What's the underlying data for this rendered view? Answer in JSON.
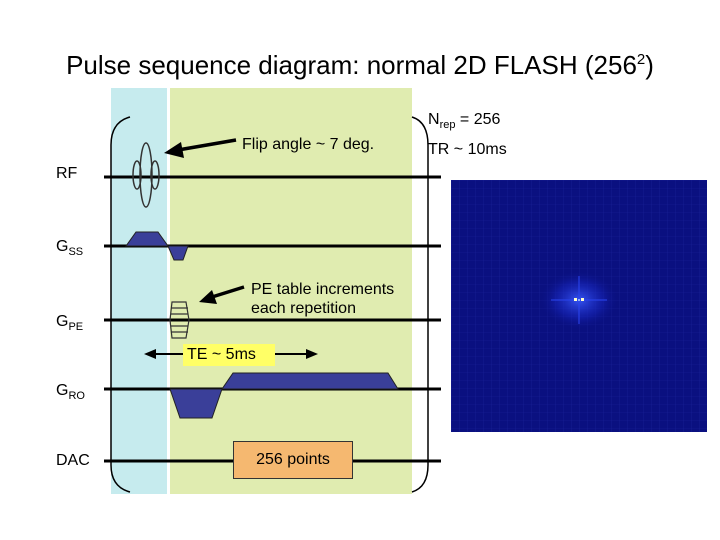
{
  "title": {
    "text": "Pulse sequence diagram:  normal 2D FLASH (256",
    "superscript": "2",
    "suffix": ")"
  },
  "nrep": {
    "prefix": "N",
    "sub": "rep",
    "suffix": " = 256"
  },
  "tr_label": "TR ~ 10ms",
  "flip_note": "Flip angle ~ 7 deg.",
  "pe_note_line1": "PE table increments",
  "pe_note_line2": "each repetition",
  "te_label": "TE ~ 5ms",
  "dac_box_label": "256 points",
  "channels": {
    "rf": {
      "main": "RF",
      "sub": ""
    },
    "gss": {
      "main": "G",
      "sub": "SS"
    },
    "gpe": {
      "main": "G",
      "sub": "PE"
    },
    "gro": {
      "main": "G",
      "sub": "RO"
    },
    "dac": {
      "main": "DAC",
      "sub": ""
    }
  },
  "colors": {
    "excitation_region": "#c6ebee",
    "readout_region": "#e0ecb0",
    "gradient_fill": "#3a3f99",
    "te_highlight": "#ffff66",
    "dac_box": "#f5b870",
    "kspace_background": "#0a1080"
  }
}
